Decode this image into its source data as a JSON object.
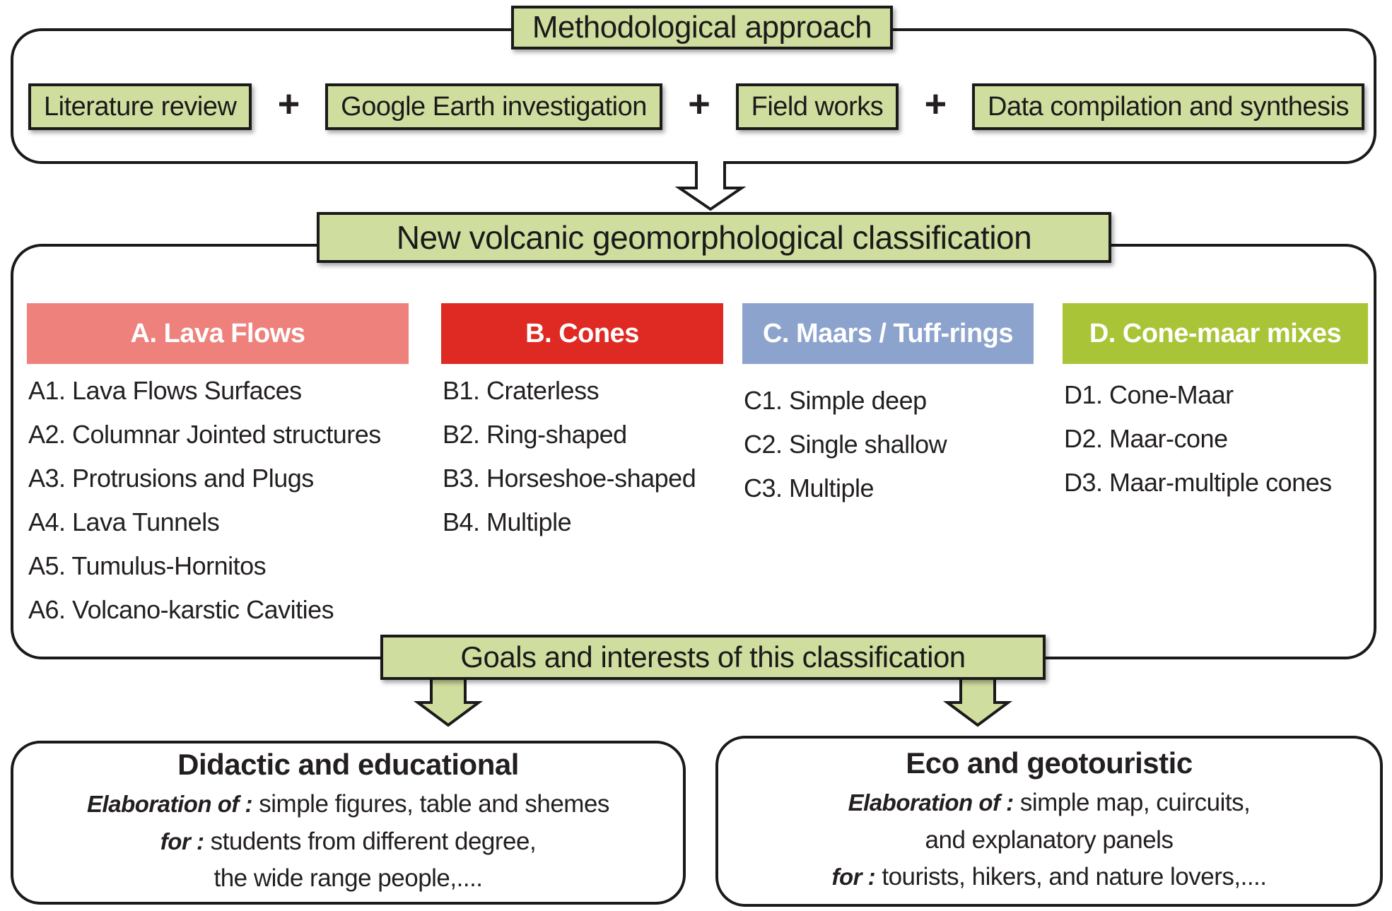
{
  "colors": {
    "box_green": "#cfdd9e",
    "outline": "#1a1a1a",
    "arrow_white": "#ffffff"
  },
  "top": {
    "title": "Methodological approach",
    "plus": "+",
    "steps": [
      "Literature review",
      "Google Earth investigation",
      "Field works",
      "Data compilation and synthesis"
    ]
  },
  "classification": {
    "title": "New volcanic geomorphological classification",
    "columns": [
      {
        "label": "A. Lava Flows",
        "color": "#ee817c",
        "items": [
          "A1. Lava Flows Surfaces",
          "A2. Columnar Jointed structures",
          "A3. Protrusions and Plugs",
          "A4. Lava Tunnels",
          "A5. Tumulus-Hornitos",
          "A6. Volcano-karstic Cavities"
        ]
      },
      {
        "label": "B. Cones",
        "color": "#df2a24",
        "items": [
          "B1. Craterless",
          "B2. Ring-shaped",
          "B3. Horseshoe-shaped",
          "B4. Multiple"
        ]
      },
      {
        "label": "C. Maars / Tuff-rings",
        "color": "#8ca3ce",
        "items": [
          "C1. Simple deep",
          "C2. Single shallow",
          "C3. Multiple"
        ]
      },
      {
        "label": "D. Cone-maar mixes",
        "color": "#a9c437",
        "items": [
          "D1. Cone-Maar",
          "D2. Maar-cone",
          "D3. Maar-multiple cones"
        ]
      }
    ]
  },
  "goals": {
    "title": "Goals and interests of this classification"
  },
  "outcomes": [
    {
      "title": "Didactic and educational",
      "lines": [
        {
          "lead": "Elaboration of :",
          "text": " simple figures, table and shemes"
        },
        {
          "lead": "for :",
          "text": "  students from different degree,"
        },
        {
          "lead": "",
          "text": "the wide range people,...."
        }
      ]
    },
    {
      "title": "Eco and geotouristic",
      "lines": [
        {
          "lead": "Elaboration of :",
          "text": " simple map, cuircuits,"
        },
        {
          "lead": "",
          "text": "and explanatory panels"
        },
        {
          "lead": "for :",
          "text": " tourists,  hikers, and nature lovers,...."
        }
      ]
    }
  ]
}
